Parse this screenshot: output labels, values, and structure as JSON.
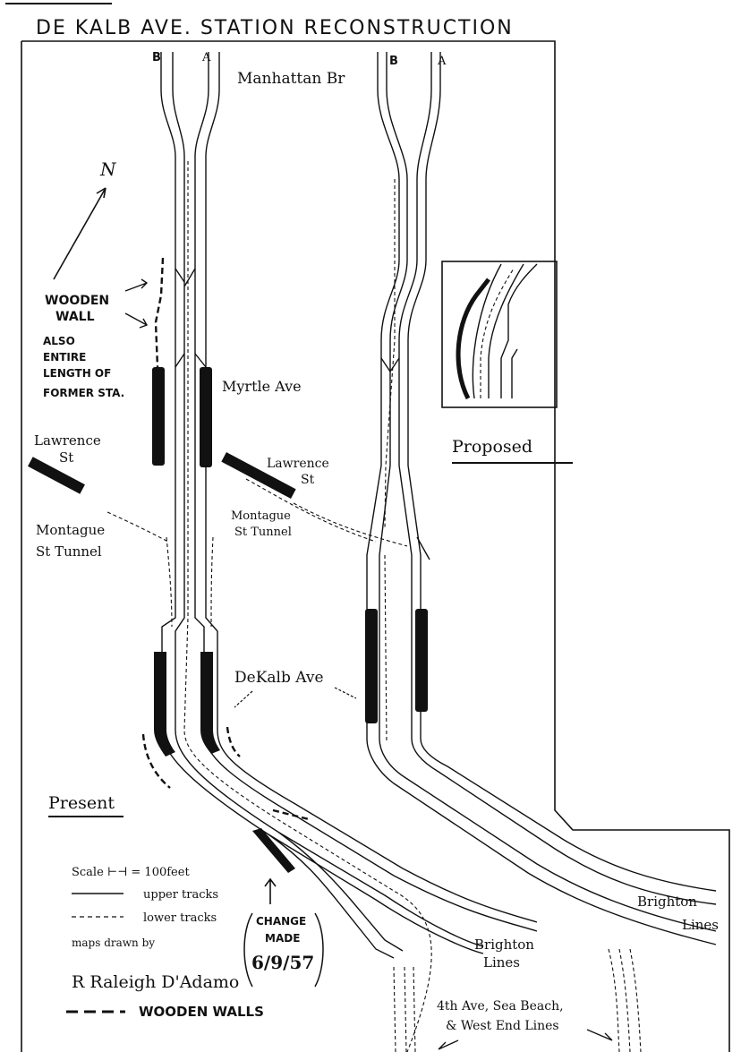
{
  "title": "DE KALB  AVE.  STATION  RECONSTRUCTION",
  "track_letters": {
    "present_b": "B",
    "present_a": "A",
    "proposed_b": "B",
    "proposed_a": "A"
  },
  "labels": {
    "manhattan_br": "Manhattan Br",
    "north": "N",
    "wooden_wall_1": "WOODEN",
    "wooden_wall_2": "WALL",
    "also_1": "ALSO",
    "also_2": "ENTIRE",
    "also_3": "LENGTH OF",
    "also_4": "FORMER STA.",
    "myrtle_ave": "Myrtle Ave",
    "lawrence_left_1": "Lawrence",
    "lawrence_left_2": "St",
    "lawrence_right_1": "Lawrence",
    "lawrence_right_2": "St",
    "montague_left_1": "Montague",
    "montague_left_2": "St Tunnel",
    "montague_right_1": "Montague",
    "montague_right_2": "St Tunnel",
    "dekalb_ave": "DeKalb Ave",
    "present": "Present",
    "proposed": "Proposed",
    "brighton_lines_1a": "Brighton",
    "brighton_lines_1b": "Lines",
    "brighton_lines_2a": "Brighton",
    "brighton_lines_2b": "Lines",
    "fourth_ave_1": "4th Ave, Sea Beach,",
    "fourth_ave_2": "& West End Lines"
  },
  "legend": {
    "scale": "Scale  ⊢⊣ = 100feet",
    "upper": "upper tracks",
    "lower": "lower tracks",
    "drawn_by": "maps drawn by",
    "author": "R Raleigh D'Adamo",
    "walls": "WOODEN  WALLS"
  },
  "change_note": {
    "line1": "CHANGE",
    "line2": "MADE",
    "line3": "6/9/57"
  }
}
